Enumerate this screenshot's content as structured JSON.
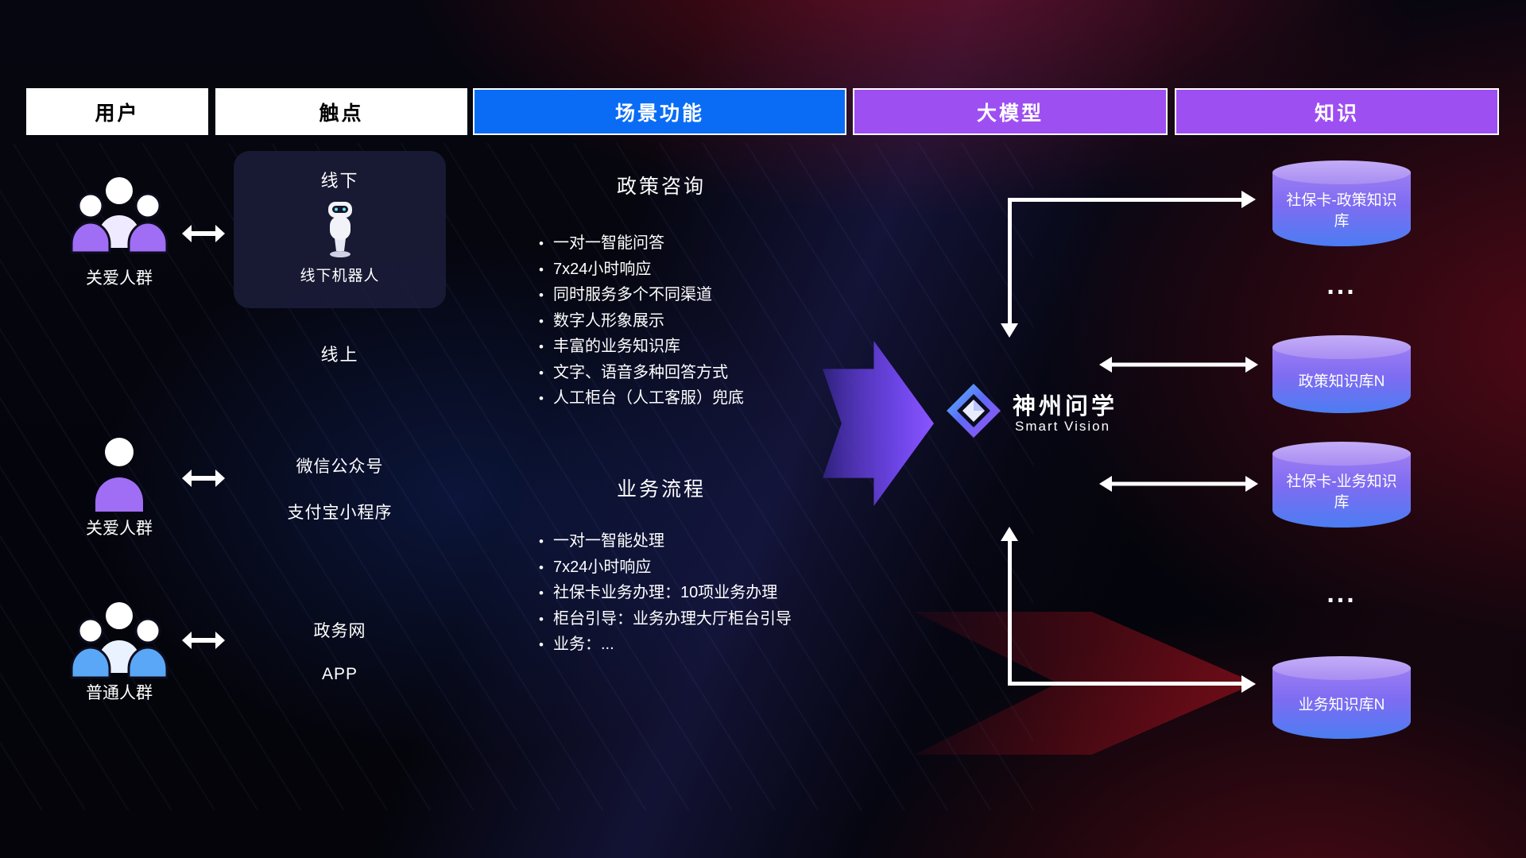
{
  "header": {
    "tabs": [
      {
        "label": "用户"
      },
      {
        "label": "触点"
      },
      {
        "label": "场景功能"
      },
      {
        "label": "大模型"
      },
      {
        "label": "知识"
      }
    ]
  },
  "users": {
    "groups": [
      {
        "label": "关爱人群"
      },
      {
        "label": "关爱人群"
      },
      {
        "label": "普通人群"
      }
    ]
  },
  "touchpoints": {
    "offline": {
      "title": "线下",
      "robot_label": "线下机器人"
    },
    "online": {
      "title": "线上",
      "channels": [
        "微信公众号",
        "支付宝小程序",
        "政务网",
        "APP"
      ]
    }
  },
  "scenes": [
    {
      "title": "政策咨询",
      "items": [
        "一对一智能问答",
        "7x24小时响应",
        "同时服务多个不同渠道",
        "数字人形象展示",
        "丰富的业务知识库",
        "文字、语音多种回答方式",
        "人工柜台（人工客服）兜底"
      ]
    },
    {
      "title": "业务流程",
      "items": [
        "一对一智能处理",
        "7x24小时响应",
        "社保卡业务办理：10项业务办理",
        "柜台引导：业务办理大厅柜台引导",
        "业务：..."
      ]
    }
  ],
  "model": {
    "name": "神州问学",
    "subtitle": "Smart Vision"
  },
  "knowledge": {
    "databases": [
      {
        "label": "社保卡-政策知识库"
      },
      {
        "label": "政策知识库N"
      },
      {
        "label": "社保卡-业务知识库"
      },
      {
        "label": "业务知识库N"
      }
    ],
    "ellipsis": "..."
  },
  "colors": {
    "scene_tab": "#0a6cf5",
    "model_tab": "#9d4ff2",
    "knowledge_tab": "#9d4ff2",
    "flow_arrow": "#7c4ced",
    "cylinder_top": "#b9a3f4",
    "cylinder_body_top": "#9d7df2",
    "cylinder_body_bottom": "#4b7df2",
    "user_body_purple": "#a06df5",
    "user_body_blue": "#5aa7f7"
  }
}
